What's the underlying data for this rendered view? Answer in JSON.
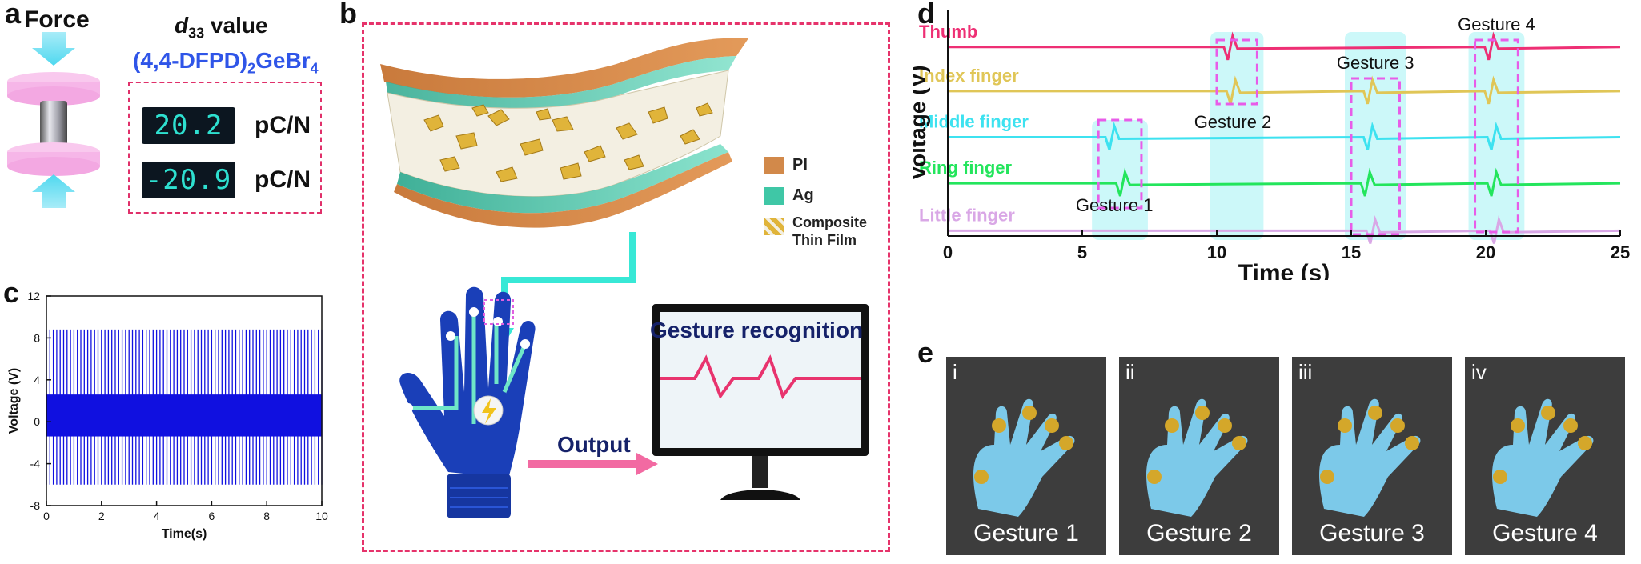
{
  "panel_labels": {
    "a": "a",
    "b": "b",
    "c": "c",
    "d": "d",
    "e": "e"
  },
  "panel_a": {
    "force_label": "Force",
    "d33_sym": "d",
    "d33_sub": "33",
    "d33_text": " value",
    "compound_main": "(4,4-DFPD)",
    "compound_sub1": "2",
    "compound_mid": "GeBr",
    "compound_sub2": "4",
    "lcd_values": [
      "20.2",
      "-20.9"
    ],
    "unit": "pC/N",
    "colors": {
      "compound": "#2f55e8",
      "dash_box": "#e0306a",
      "lcd_text": "#2ee0d0",
      "cylinder": "#f6b6e8",
      "arrow": "#4fd8ef"
    }
  },
  "panel_b": {
    "legend": [
      {
        "label": "PI",
        "color": "#d2894a"
      },
      {
        "label": "Ag",
        "color": "#3fc7a6"
      },
      {
        "label": "Composite\nThin Film",
        "color": "#e0b43a"
      }
    ],
    "legend_label_1": "PI",
    "legend_label_2": "Ag",
    "legend_label_3a": "Composite",
    "legend_label_3b": "Thin Film",
    "output_label": "Output",
    "recognition_title": "Gesture recognition",
    "colors": {
      "frame": "#e6336b",
      "glove": "#1a3fb8",
      "signal": "#e8336e",
      "connector": "#38e8d6",
      "title": "#16226a"
    }
  },
  "chart_data": [
    {
      "id": "c",
      "type": "line",
      "title": "",
      "xlabel": "Time(s)",
      "ylabel": "Voltage (V)",
      "xlim": [
        0,
        10
      ],
      "ylim": [
        -8,
        12
      ],
      "xticks": [
        0,
        2,
        4,
        6,
        8,
        10
      ],
      "yticks": [
        -8,
        -4,
        0,
        4,
        8,
        12
      ],
      "series": [
        {
          "color": "#1010e0",
          "pulse_period_s": 0.125,
          "peak_high": 8.8,
          "peak_low": -6.0,
          "band_high": 2.6,
          "band_low": -1.4
        }
      ]
    },
    {
      "id": "d",
      "type": "line",
      "title": "",
      "xlabel": "Time (s)",
      "ylabel": "Voltage (V)",
      "xlim": [
        0,
        25
      ],
      "xticks": [
        0,
        5,
        10,
        15,
        20,
        25
      ],
      "series": [
        {
          "name": "Thumb",
          "color": "#ee2f74",
          "events_s": [
            10.5,
            20.2
          ]
        },
        {
          "name": "Index finger",
          "color": "#e0c657",
          "events_s": [
            10.6,
            15.7,
            20.2
          ]
        },
        {
          "name": "Middle finger",
          "color": "#3de2f0",
          "events_s": [
            6.1,
            15.7,
            20.3
          ]
        },
        {
          "name": "Ring finger",
          "color": "#23e55c",
          "events_s": [
            6.5,
            15.6,
            20.3
          ]
        },
        {
          "name": "Little finger",
          "color": "#d9a7e6",
          "events_s": [
            15.8,
            20.4
          ]
        }
      ],
      "annotations": [
        {
          "label": "Gesture 1",
          "range_s": [
            5.6,
            7.2
          ]
        },
        {
          "label": "Gesture 2",
          "range_s": [
            10.0,
            11.5
          ]
        },
        {
          "label": "Gesture 3",
          "range_s": [
            15.0,
            16.8
          ]
        },
        {
          "label": "Gesture 4",
          "range_s": [
            19.6,
            21.2
          ]
        }
      ]
    }
  ],
  "panel_e": {
    "photos": [
      {
        "roman": "i",
        "caption": "Gesture 1"
      },
      {
        "roman": "ii",
        "caption": "Gesture 2"
      },
      {
        "roman": "iii",
        "caption": "Gesture 3"
      },
      {
        "roman": "iv",
        "caption": "Gesture 4"
      }
    ]
  }
}
